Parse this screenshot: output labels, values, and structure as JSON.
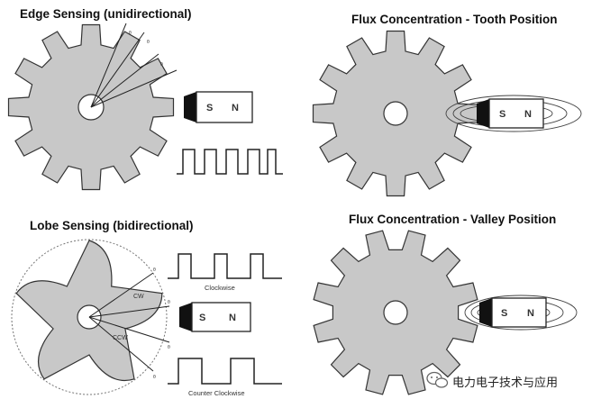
{
  "panels": {
    "edge": {
      "title": "Edge Sensing (unidirectional)"
    },
    "tooth": {
      "title": "Flux Concentration - Tooth Position"
    },
    "lobe": {
      "title": "Lobe Sensing (bidirectional)"
    },
    "valley": {
      "title": "Flux Concentration - Valley Position"
    }
  },
  "magnet": {
    "south": "S",
    "north": "N"
  },
  "labels": {
    "clockwise": "Clockwise",
    "counter_clockwise": "Counter Clockwise",
    "cw": "CW",
    "ccw": "CCW"
  },
  "watermark": {
    "text": "电力电子技术与应用",
    "icon": "wechat-logo"
  },
  "colors": {
    "gear_fill": "#c8c8c8",
    "stroke": "#333333",
    "magnet_dark": "#111111"
  }
}
